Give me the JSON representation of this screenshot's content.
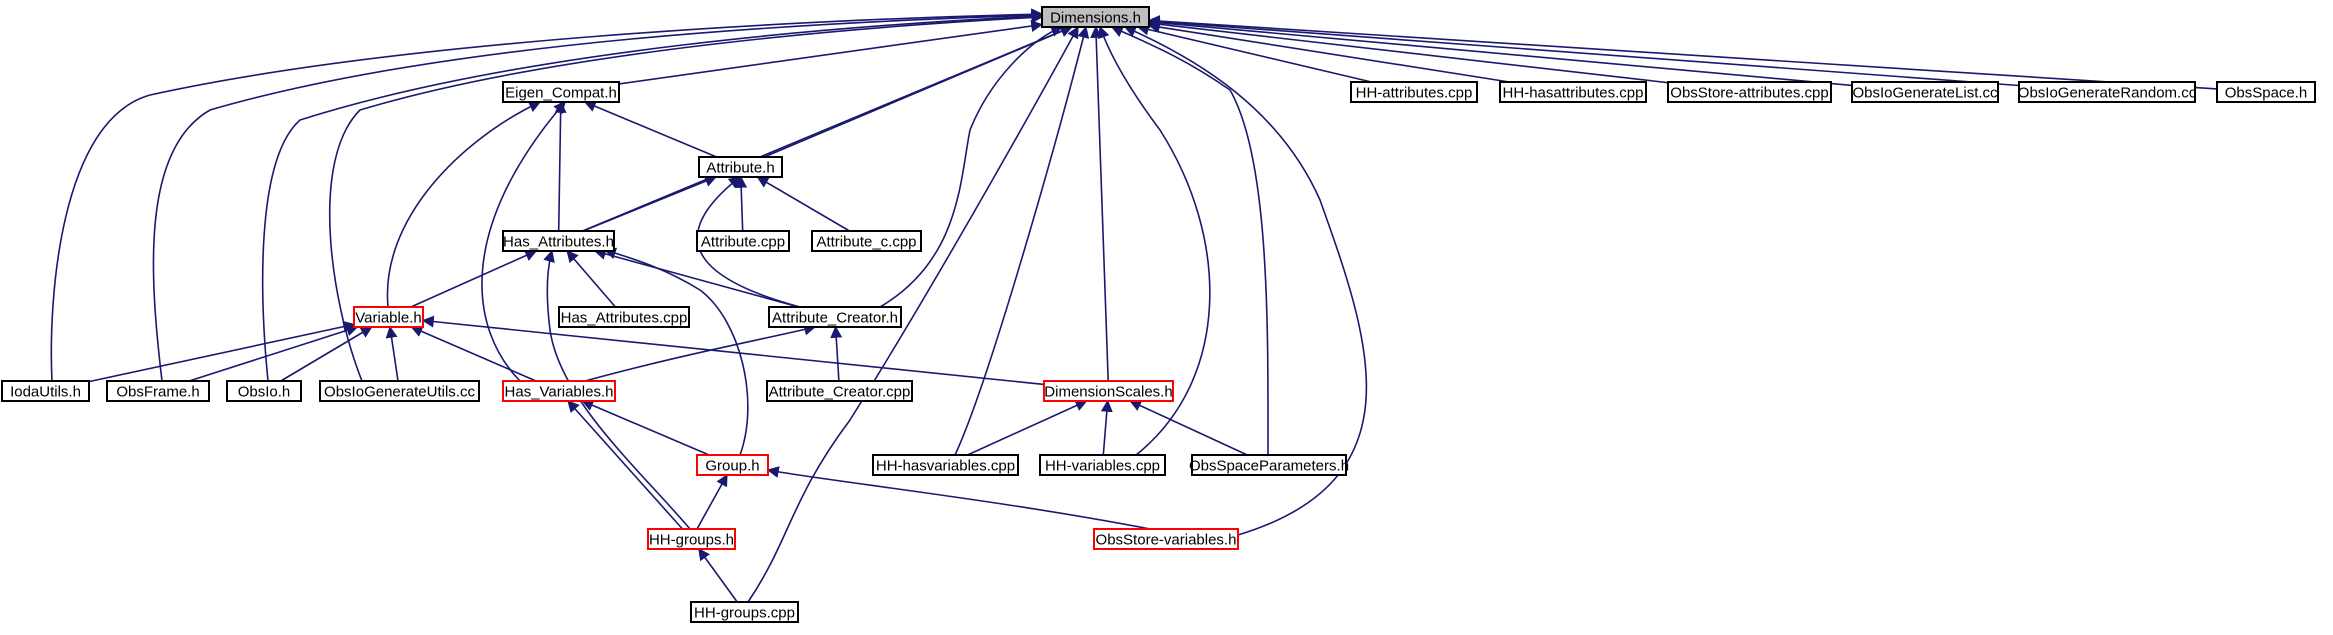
{
  "diagram": {
    "colors": {
      "edge": "#191970",
      "arrow": "#191970",
      "border": "#000000",
      "highlight_border": "#ff0000",
      "root_fill": "#bfbfbf"
    },
    "nodes": [
      {
        "id": "dimensions_h",
        "label": "Dimensions.h",
        "style": "root"
      },
      {
        "id": "eigen_compat_h",
        "label": "Eigen_Compat.h",
        "style": "normal"
      },
      {
        "id": "attribute_h",
        "label": "Attribute.h",
        "style": "normal"
      },
      {
        "id": "attribute_cpp",
        "label": "Attribute.cpp",
        "style": "normal"
      },
      {
        "id": "attribute_c_cpp",
        "label": "Attribute_c.cpp",
        "style": "normal"
      },
      {
        "id": "has_attributes_h",
        "label": "Has_Attributes.h",
        "style": "normal"
      },
      {
        "id": "has_attributes_cpp",
        "label": "Has_Attributes.cpp",
        "style": "normal"
      },
      {
        "id": "attribute_creator_h",
        "label": "Attribute_Creator.h",
        "style": "normal"
      },
      {
        "id": "attribute_creator_cpp",
        "label": "Attribute_Creator.cpp",
        "style": "normal"
      },
      {
        "id": "variable_h",
        "label": "Variable.h",
        "style": "red"
      },
      {
        "id": "has_variables_h",
        "label": "Has_Variables.h",
        "style": "red"
      },
      {
        "id": "dimensionscales_h",
        "label": "DimensionScales.h",
        "style": "red"
      },
      {
        "id": "group_h",
        "label": "Group.h",
        "style": "red"
      },
      {
        "id": "hh_groups_h",
        "label": "HH-groups.h",
        "style": "red"
      },
      {
        "id": "hh_groups_cpp",
        "label": "HH-groups.cpp",
        "style": "normal"
      },
      {
        "id": "iodautils_h",
        "label": "IodaUtils.h",
        "style": "normal"
      },
      {
        "id": "obsframe_h",
        "label": "ObsFrame.h",
        "style": "normal"
      },
      {
        "id": "obsio_h",
        "label": "ObsIo.h",
        "style": "normal"
      },
      {
        "id": "obsiogenerateutils_cc",
        "label": "ObsIoGenerateUtils.cc",
        "style": "normal"
      },
      {
        "id": "hh_hasvariables_cpp",
        "label": "HH-hasvariables.cpp",
        "style": "normal"
      },
      {
        "id": "hh_variables_cpp",
        "label": "HH-variables.cpp",
        "style": "normal"
      },
      {
        "id": "obsspaceparameters_h",
        "label": "ObsSpaceParameters.h",
        "style": "normal"
      },
      {
        "id": "obsstore_variables_h",
        "label": "ObsStore-variables.h",
        "style": "red"
      },
      {
        "id": "hh_attributes_cpp",
        "label": "HH-attributes.cpp",
        "style": "normal"
      },
      {
        "id": "hh_hasattributes_cpp",
        "label": "HH-hasattributes.cpp",
        "style": "normal"
      },
      {
        "id": "obsstore_attributes_cpp",
        "label": "ObsStore-attributes.cpp",
        "style": "normal"
      },
      {
        "id": "obsiogeneratelist_cc",
        "label": "ObsIoGenerateList.cc",
        "style": "normal"
      },
      {
        "id": "obsiogeneraterandom_cc",
        "label": "ObsIoGenerateRandom.cc",
        "style": "normal"
      },
      {
        "id": "obsspace_h",
        "label": "ObsSpace.h",
        "style": "normal"
      }
    ],
    "edges": [
      {
        "from": "eigen_compat_h",
        "to": "dimensions_h"
      },
      {
        "from": "attribute_h",
        "to": "dimensions_h"
      },
      {
        "from": "has_attributes_h",
        "to": "dimensions_h"
      },
      {
        "from": "attribute_creator_h",
        "to": "dimensions_h"
      },
      {
        "from": "dimensionscales_h",
        "to": "dimensions_h"
      },
      {
        "from": "iodautils_h",
        "to": "dimensions_h"
      },
      {
        "from": "obsframe_h",
        "to": "dimensions_h"
      },
      {
        "from": "obsio_h",
        "to": "dimensions_h"
      },
      {
        "from": "obsiogenerateutils_cc",
        "to": "dimensions_h"
      },
      {
        "from": "hh_groups_cpp",
        "to": "dimensions_h"
      },
      {
        "from": "hh_hasvariables_cpp",
        "to": "dimensions_h"
      },
      {
        "from": "hh_variables_cpp",
        "to": "dimensions_h"
      },
      {
        "from": "obsspaceparameters_h",
        "to": "dimensions_h"
      },
      {
        "from": "obsstore_variables_h",
        "to": "dimensions_h"
      },
      {
        "from": "hh_attributes_cpp",
        "to": "dimensions_h"
      },
      {
        "from": "hh_hasattributes_cpp",
        "to": "dimensions_h"
      },
      {
        "from": "obsstore_attributes_cpp",
        "to": "dimensions_h"
      },
      {
        "from": "obsiogeneratelist_cc",
        "to": "dimensions_h"
      },
      {
        "from": "obsiogeneraterandom_cc",
        "to": "dimensions_h"
      },
      {
        "from": "obsspace_h",
        "to": "dimensions_h"
      },
      {
        "from": "attribute_h",
        "to": "eigen_compat_h"
      },
      {
        "from": "has_attributes_h",
        "to": "eigen_compat_h"
      },
      {
        "from": "variable_h",
        "to": "eigen_compat_h"
      },
      {
        "from": "has_variables_h",
        "to": "eigen_compat_h"
      },
      {
        "from": "attribute_cpp",
        "to": "attribute_h"
      },
      {
        "from": "attribute_c_cpp",
        "to": "attribute_h"
      },
      {
        "from": "has_attributes_h",
        "to": "attribute_h"
      },
      {
        "from": "attribute_creator_h",
        "to": "attribute_h"
      },
      {
        "from": "variable_h",
        "to": "has_attributes_h"
      },
      {
        "from": "has_attributes_cpp",
        "to": "has_attributes_h"
      },
      {
        "from": "attribute_creator_h",
        "to": "has_attributes_h"
      },
      {
        "from": "group_h",
        "to": "has_attributes_h"
      },
      {
        "from": "hh_groups_h",
        "to": "has_attributes_h"
      },
      {
        "from": "attribute_creator_cpp",
        "to": "attribute_creator_h"
      },
      {
        "from": "has_variables_h",
        "to": "attribute_creator_h"
      },
      {
        "from": "iodautils_h",
        "to": "variable_h"
      },
      {
        "from": "obsframe_h",
        "to": "variable_h"
      },
      {
        "from": "obsio_h",
        "to": "variable_h"
      },
      {
        "from": "obsiogenerateutils_cc",
        "to": "variable_h"
      },
      {
        "from": "has_variables_h",
        "to": "variable_h"
      },
      {
        "from": "dimensionscales_h",
        "to": "variable_h"
      },
      {
        "from": "group_h",
        "to": "has_variables_h"
      },
      {
        "from": "hh_groups_h",
        "to": "has_variables_h"
      },
      {
        "from": "hh_groups_h",
        "to": "group_h"
      },
      {
        "from": "obsstore_variables_h",
        "to": "group_h"
      },
      {
        "from": "hh_groups_cpp",
        "to": "hh_groups_h"
      },
      {
        "from": "hh_hasvariables_cpp",
        "to": "dimensionscales_h"
      },
      {
        "from": "hh_variables_cpp",
        "to": "dimensionscales_h"
      },
      {
        "from": "obsspaceparameters_h",
        "to": "dimensionscales_h"
      }
    ]
  }
}
